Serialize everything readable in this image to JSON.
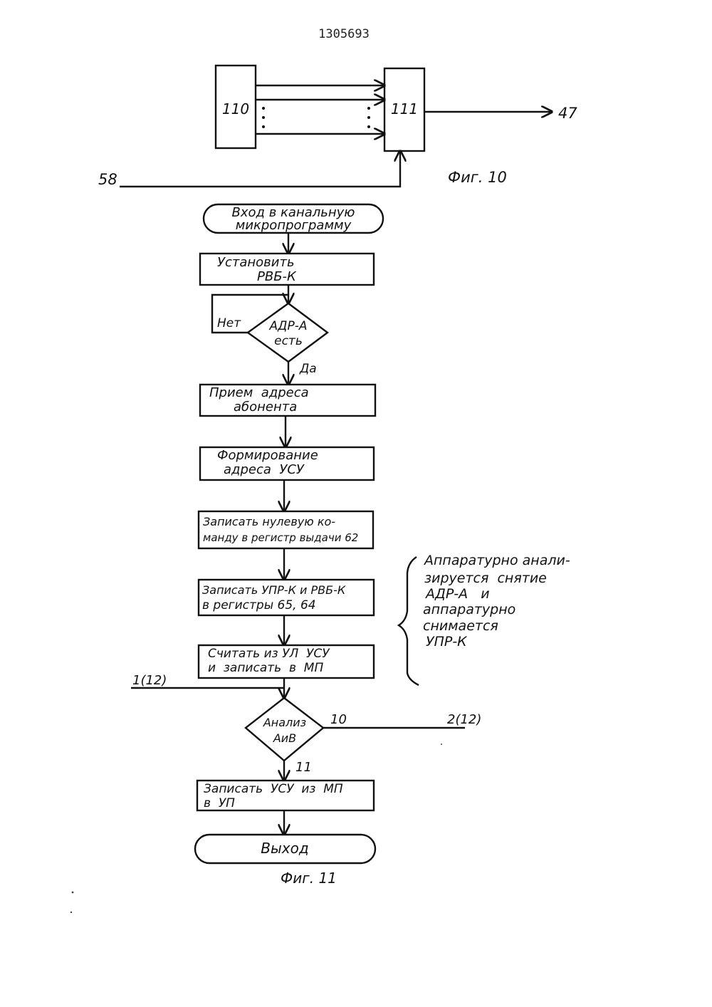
{
  "patent_number": "1305693",
  "fig10": {
    "caption": "Фиг. 10",
    "block_left": "110",
    "block_right": "111",
    "output_label": "47",
    "input_label": "58"
  },
  "fig11": {
    "caption": "Фиг. 11",
    "start": [
      "Вход в канальную",
      "микропрограмму"
    ],
    "step1": [
      "Установить",
      "РВБ-К"
    ],
    "decision1": [
      "АДР-А",
      "есть"
    ],
    "decision1_no": "Нет",
    "decision1_yes": "Да",
    "step2": [
      "Прием  адреса",
      "абонента"
    ],
    "step3": [
      "Формирование",
      "адреса  УСУ"
    ],
    "step4": [
      "Записать нулевую ко-",
      "манду в регистр выдачи 62"
    ],
    "step5": [
      "Записать УПР-К и РВБ-К",
      "в регистры 65, 64"
    ],
    "step6": [
      "Считать из УЛ  УСУ",
      "и  записать  в  МП"
    ],
    "connector_in": "1(12)",
    "decision2": [
      "Анализ",
      "АиВ"
    ],
    "decision2_right": "10",
    "connector_out": "2(12)",
    "decision2_down": "11",
    "step7": [
      "Записать  УСУ  из  МП",
      "в  УП"
    ],
    "end": "Выход",
    "note": [
      "Аппаратурно анали-",
      "зируется  снятие",
      "АДР-А   и",
      "аппаратурно",
      "снимается",
      "УПР-К"
    ]
  }
}
